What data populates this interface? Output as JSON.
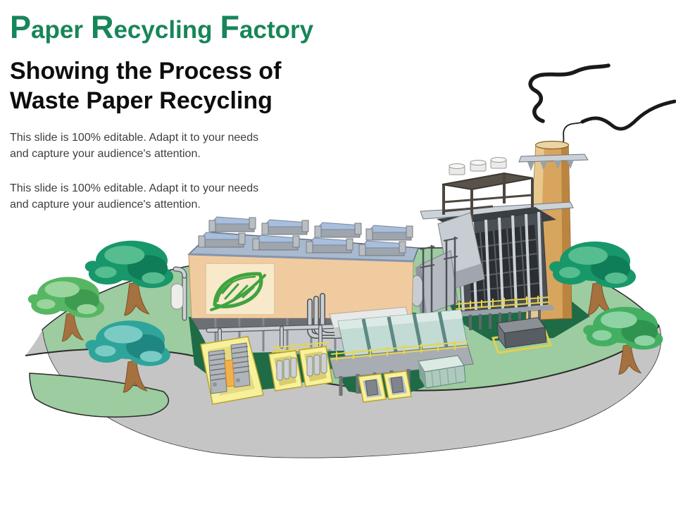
{
  "slide": {
    "title": {
      "text": "Paper Recycling Factory",
      "words": [
        "Paper",
        "Recycling",
        "Factory"
      ]
    },
    "subtitle_lines": [
      "Showing the Process of",
      "Waste Paper Recycling"
    ],
    "paragraphs": [
      "This slide is 100% editable. Adapt it to your needs and capture your audience's attention.",
      "This slide is 100% editable. Adapt it to your needs and capture your audience's attention."
    ]
  },
  "illustration": {
    "description": "Cartoon paper recycling factory on a green hill: main plant with leaf logo and rooftop HVAC units, flue-gas tower, tan smokestack with smoke squiggles, yellow equipment pits, teal machines, storage containers, paved ring road and trees",
    "elements": [
      "green-hill",
      "paved-road",
      "trees",
      "main-plant-building",
      "leaf-logo",
      "rooftop-hvac-units",
      "flue-gas-tower",
      "smokestack",
      "smoke",
      "duct",
      "yellow-equipment-pits",
      "teal-machines",
      "storage-containers"
    ],
    "palette": {
      "title_green": "#17865A",
      "hill_green": "#9CCC9F",
      "shadow_green": "#1E6B45",
      "road_gray": "#C5C5C5",
      "building_tan": "#F1CBA0",
      "roof_blue_gray": "#A9BACF",
      "chimney_tan": "#D8A55F",
      "machine_yellow": "#F8F19B",
      "machine_teal": "#C2DBD4",
      "leaf_green": "#3FA33F",
      "smoke_black": "#1A1A1A",
      "tower_gray": "#4A4F55"
    }
  }
}
